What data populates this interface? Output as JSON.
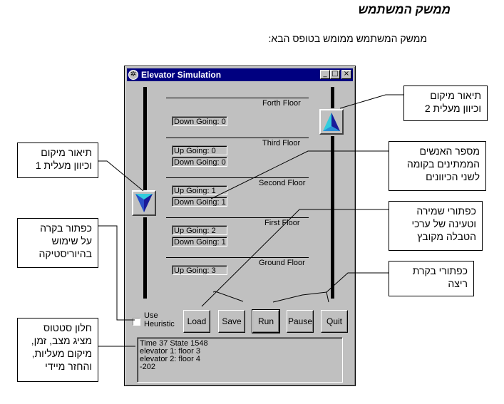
{
  "page": {
    "heading": "ממשק המשתמש",
    "intro": "ממשק המשתמש ממומש בטופס הבא:"
  },
  "window": {
    "title": "Elevator Simulation",
    "controls": {
      "minimize": "_",
      "maximize": "□",
      "close": "×"
    }
  },
  "floors": [
    {
      "name": "Forth Floor",
      "counters": [
        "Down Going: 0"
      ]
    },
    {
      "name": "Third Floor",
      "counters": [
        "Up Going: 0",
        "Down Going: 0"
      ]
    },
    {
      "name": "Second Floor",
      "counters": [
        "Up Going: 1",
        "Down Going: 1"
      ]
    },
    {
      "name": "First Floor",
      "counters": [
        "Up Going: 2",
        "Down Going: 1"
      ]
    },
    {
      "name": "Ground Floor",
      "counters": [
        "Up Going: 3"
      ]
    }
  ],
  "elevators": [
    {
      "id": 1,
      "direction": "down",
      "icon": "down-arrow-icon"
    },
    {
      "id": 2,
      "direction": "up",
      "icon": "up-arrow-icon"
    }
  ],
  "heuristic": {
    "label_line1": "Use",
    "label_line2": "Heuristic",
    "checked": false
  },
  "buttons": {
    "load": "Load",
    "save": "Save",
    "run": "Run",
    "pause": "Pause",
    "quit": "Quit"
  },
  "status": {
    "lines": [
      "Time 37 State 1548",
      "elevator 1: floor 3",
      "elevator 2: floor 4",
      "-202"
    ]
  },
  "callouts": {
    "elevator2": [
      "תיאור מיקום",
      "וכיוון מעלית 2"
    ],
    "elevator1": [
      "תיאור מיקום",
      "וכיוון מעלית 1"
    ],
    "waiting": [
      "מספר האנשים",
      "הממתינים בקומה",
      "לשני הכיוונים"
    ],
    "saveload": [
      "כפתורי שמירה",
      "וטעינה של ערכי",
      "הטבלה מקובץ"
    ],
    "heuristic": [
      "כפתור בקרה",
      "על שימוש",
      "בהיוריסטיקה"
    ],
    "runcontrol": [
      "כפתורי בקרת",
      "ריצה"
    ],
    "status": [
      "חלון סטטוס",
      "מציג מצב, זמן,",
      "מיקום מעליות,",
      "והחזר מיידי"
    ]
  },
  "colors": {
    "titlebar": "#000080",
    "window": "#c0c0c0",
    "arrow_light": "#33ccdd",
    "arrow_dark": "#1a1a99"
  }
}
